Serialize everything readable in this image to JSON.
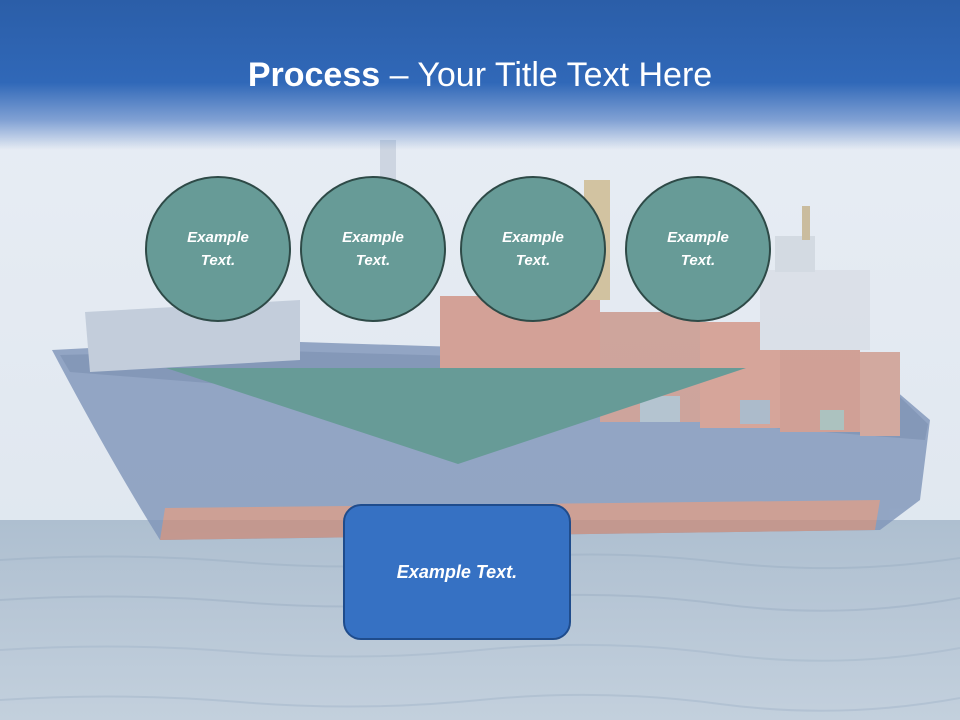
{
  "title": {
    "bold": "Process",
    "rest": " – Your Title Text Here"
  },
  "circles": [
    {
      "text": "Example\nText."
    },
    {
      "text": "Example\nText."
    },
    {
      "text": "Example\nText."
    },
    {
      "text": "Example\nText."
    }
  ],
  "result": {
    "text": "Example Text."
  },
  "colors": {
    "title_band": "#2b5ea8",
    "circle_fill": "#679b97",
    "circle_border": "#2e4a47",
    "funnel_fill": "#679b97",
    "result_fill": "#3671c3",
    "result_border": "#1f4c8c"
  }
}
